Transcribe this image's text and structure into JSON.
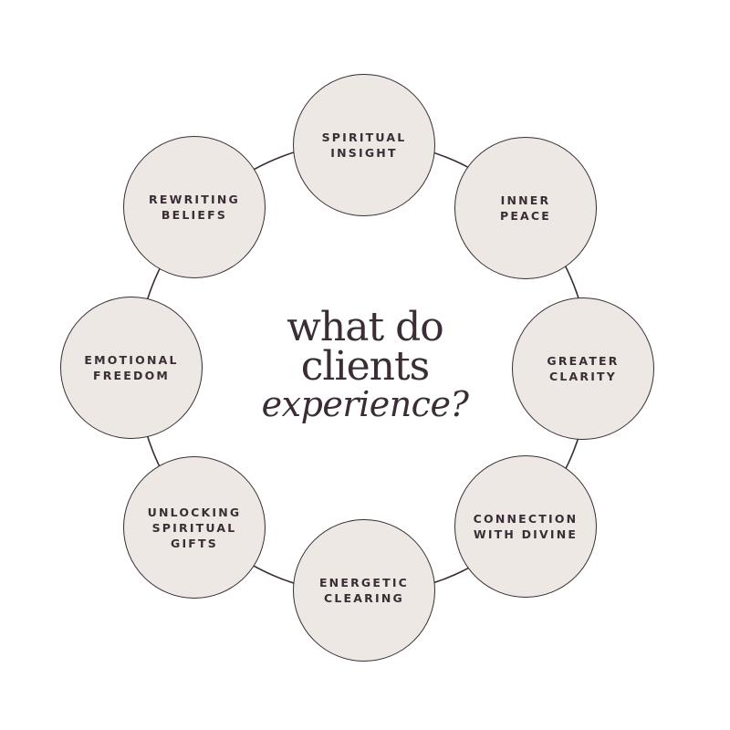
{
  "diagram": {
    "title_lines": [
      "what do",
      "clients",
      "experience?"
    ],
    "nodes": [
      {
        "label": "SPIRITUAL\nINSIGHT"
      },
      {
        "label": "INNER\nPEACE"
      },
      {
        "label": "GREATER\nCLARITY"
      },
      {
        "label": "CONNECTION\nWITH DIVINE"
      },
      {
        "label": "ENERGETIC\nCLEARING"
      },
      {
        "label": "UNLOCKING\nSPIRITUAL\nGIFTS"
      },
      {
        "label": "EMOTIONAL\nFREEDOM"
      },
      {
        "label": "REWRITING\nBELIEFS"
      }
    ]
  },
  "colors": {
    "circle_fill": "#ede8e3",
    "stroke": "#3a2d35",
    "text": "#3a2d35",
    "background": "#ffffff"
  }
}
